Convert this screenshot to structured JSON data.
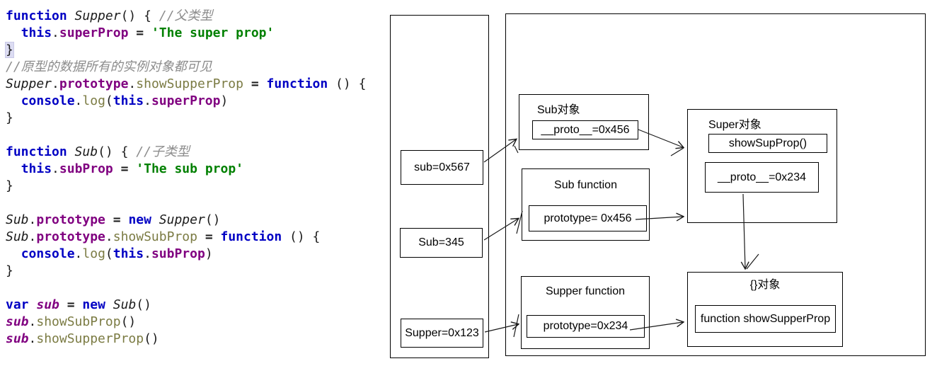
{
  "code": {
    "lines": [
      [
        [
          "kw",
          "function "
        ],
        [
          "cls",
          "Supper"
        ],
        [
          "pl",
          "() { "
        ],
        [
          "cm",
          "//父类型"
        ]
      ],
      [
        [
          "pl",
          "  "
        ],
        [
          "kw",
          "this"
        ],
        [
          "pl",
          "."
        ],
        [
          "prop",
          "superProp"
        ],
        [
          "pl",
          " "
        ],
        [
          "op",
          "="
        ],
        [
          "pl",
          " "
        ],
        [
          "str",
          "'The super prop'"
        ]
      ],
      [
        [
          "hl",
          "}"
        ]
      ],
      [
        [
          "cm",
          "//原型的数据所有的实例对象都可见"
        ]
      ],
      [
        [
          "cls",
          "Supper"
        ],
        [
          "pl",
          "."
        ],
        [
          "prop",
          "prototype"
        ],
        [
          "pl",
          "."
        ],
        [
          "fn",
          "showSupperProp"
        ],
        [
          "pl",
          " "
        ],
        [
          "op",
          "="
        ],
        [
          "pl",
          " "
        ],
        [
          "kw",
          "function"
        ],
        [
          "pl",
          " () {"
        ]
      ],
      [
        [
          "pl",
          "  "
        ],
        [
          "kw",
          "console"
        ],
        [
          "pl",
          "."
        ],
        [
          "fn",
          "log"
        ],
        [
          "pl",
          "("
        ],
        [
          "kw",
          "this"
        ],
        [
          "pl",
          "."
        ],
        [
          "prop",
          "superProp"
        ],
        [
          "pl",
          ")"
        ]
      ],
      [
        [
          "pl",
          "}"
        ]
      ],
      [],
      [
        [
          "kw",
          "function "
        ],
        [
          "cls",
          "Sub"
        ],
        [
          "pl",
          "() { "
        ],
        [
          "cm",
          "//子类型"
        ]
      ],
      [
        [
          "pl",
          "  "
        ],
        [
          "kw",
          "this"
        ],
        [
          "pl",
          "."
        ],
        [
          "prop",
          "subProp"
        ],
        [
          "pl",
          " "
        ],
        [
          "op",
          "="
        ],
        [
          "pl",
          " "
        ],
        [
          "str",
          "'The sub prop'"
        ]
      ],
      [
        [
          "pl",
          "}"
        ]
      ],
      [],
      [
        [
          "cls",
          "Sub"
        ],
        [
          "pl",
          "."
        ],
        [
          "prop",
          "prototype"
        ],
        [
          "pl",
          " "
        ],
        [
          "op",
          "="
        ],
        [
          "pl",
          " "
        ],
        [
          "kw",
          "new"
        ],
        [
          "pl",
          " "
        ],
        [
          "cls",
          "Supper"
        ],
        [
          "pl",
          "()"
        ]
      ],
      [
        [
          "cls",
          "Sub"
        ],
        [
          "pl",
          "."
        ],
        [
          "prop",
          "prototype"
        ],
        [
          "pl",
          "."
        ],
        [
          "fn",
          "showSubProp"
        ],
        [
          "pl",
          " "
        ],
        [
          "op",
          "="
        ],
        [
          "pl",
          " "
        ],
        [
          "kw",
          "function"
        ],
        [
          "pl",
          " () {"
        ]
      ],
      [
        [
          "pl",
          "  "
        ],
        [
          "kw",
          "console"
        ],
        [
          "pl",
          "."
        ],
        [
          "fn",
          "log"
        ],
        [
          "pl",
          "("
        ],
        [
          "kw",
          "this"
        ],
        [
          "pl",
          "."
        ],
        [
          "prop",
          "subProp"
        ],
        [
          "pl",
          ")"
        ]
      ],
      [
        [
          "pl",
          "}"
        ]
      ],
      [],
      [
        [
          "kw",
          "var"
        ],
        [
          "pl",
          " "
        ],
        [
          "var",
          "sub"
        ],
        [
          "pl",
          " "
        ],
        [
          "op",
          "="
        ],
        [
          "pl",
          " "
        ],
        [
          "kw",
          "new"
        ],
        [
          "pl",
          " "
        ],
        [
          "cls",
          "Sub"
        ],
        [
          "pl",
          "()"
        ]
      ],
      [
        [
          "var",
          "sub"
        ],
        [
          "pl",
          "."
        ],
        [
          "fn",
          "showSubProp"
        ],
        [
          "pl",
          "()"
        ]
      ],
      [
        [
          "var",
          "sub"
        ],
        [
          "pl",
          "."
        ],
        [
          "fn",
          "showSupperProp"
        ],
        [
          "pl",
          "()"
        ]
      ]
    ]
  },
  "diagram": {
    "stack_items": [
      {
        "label": "sub=0x567"
      },
      {
        "label": "Sub=345"
      },
      {
        "label": "Supper=0x123"
      }
    ],
    "sub_obj": {
      "title": "Sub对象",
      "field": "__proto__=0x456"
    },
    "sub_fn": {
      "title": "Sub function",
      "field": "prototype= 0x456"
    },
    "supper_fn": {
      "title": "Supper function",
      "field": "prototype=0x234"
    },
    "super_obj": {
      "title": "Super对象",
      "field1": "showSupProp()",
      "field2": "__proto__=0x234"
    },
    "empty_obj": {
      "title": "{}对象",
      "field": "function showSupperProp"
    }
  },
  "colors": {
    "keyword": "#0000c4",
    "property": "#800080",
    "method": "#7b7b43",
    "string": "#008000",
    "comment": "#8c8c8c",
    "brace_highlight": "#dcdcf2",
    "diagram_stroke": "#000000"
  }
}
